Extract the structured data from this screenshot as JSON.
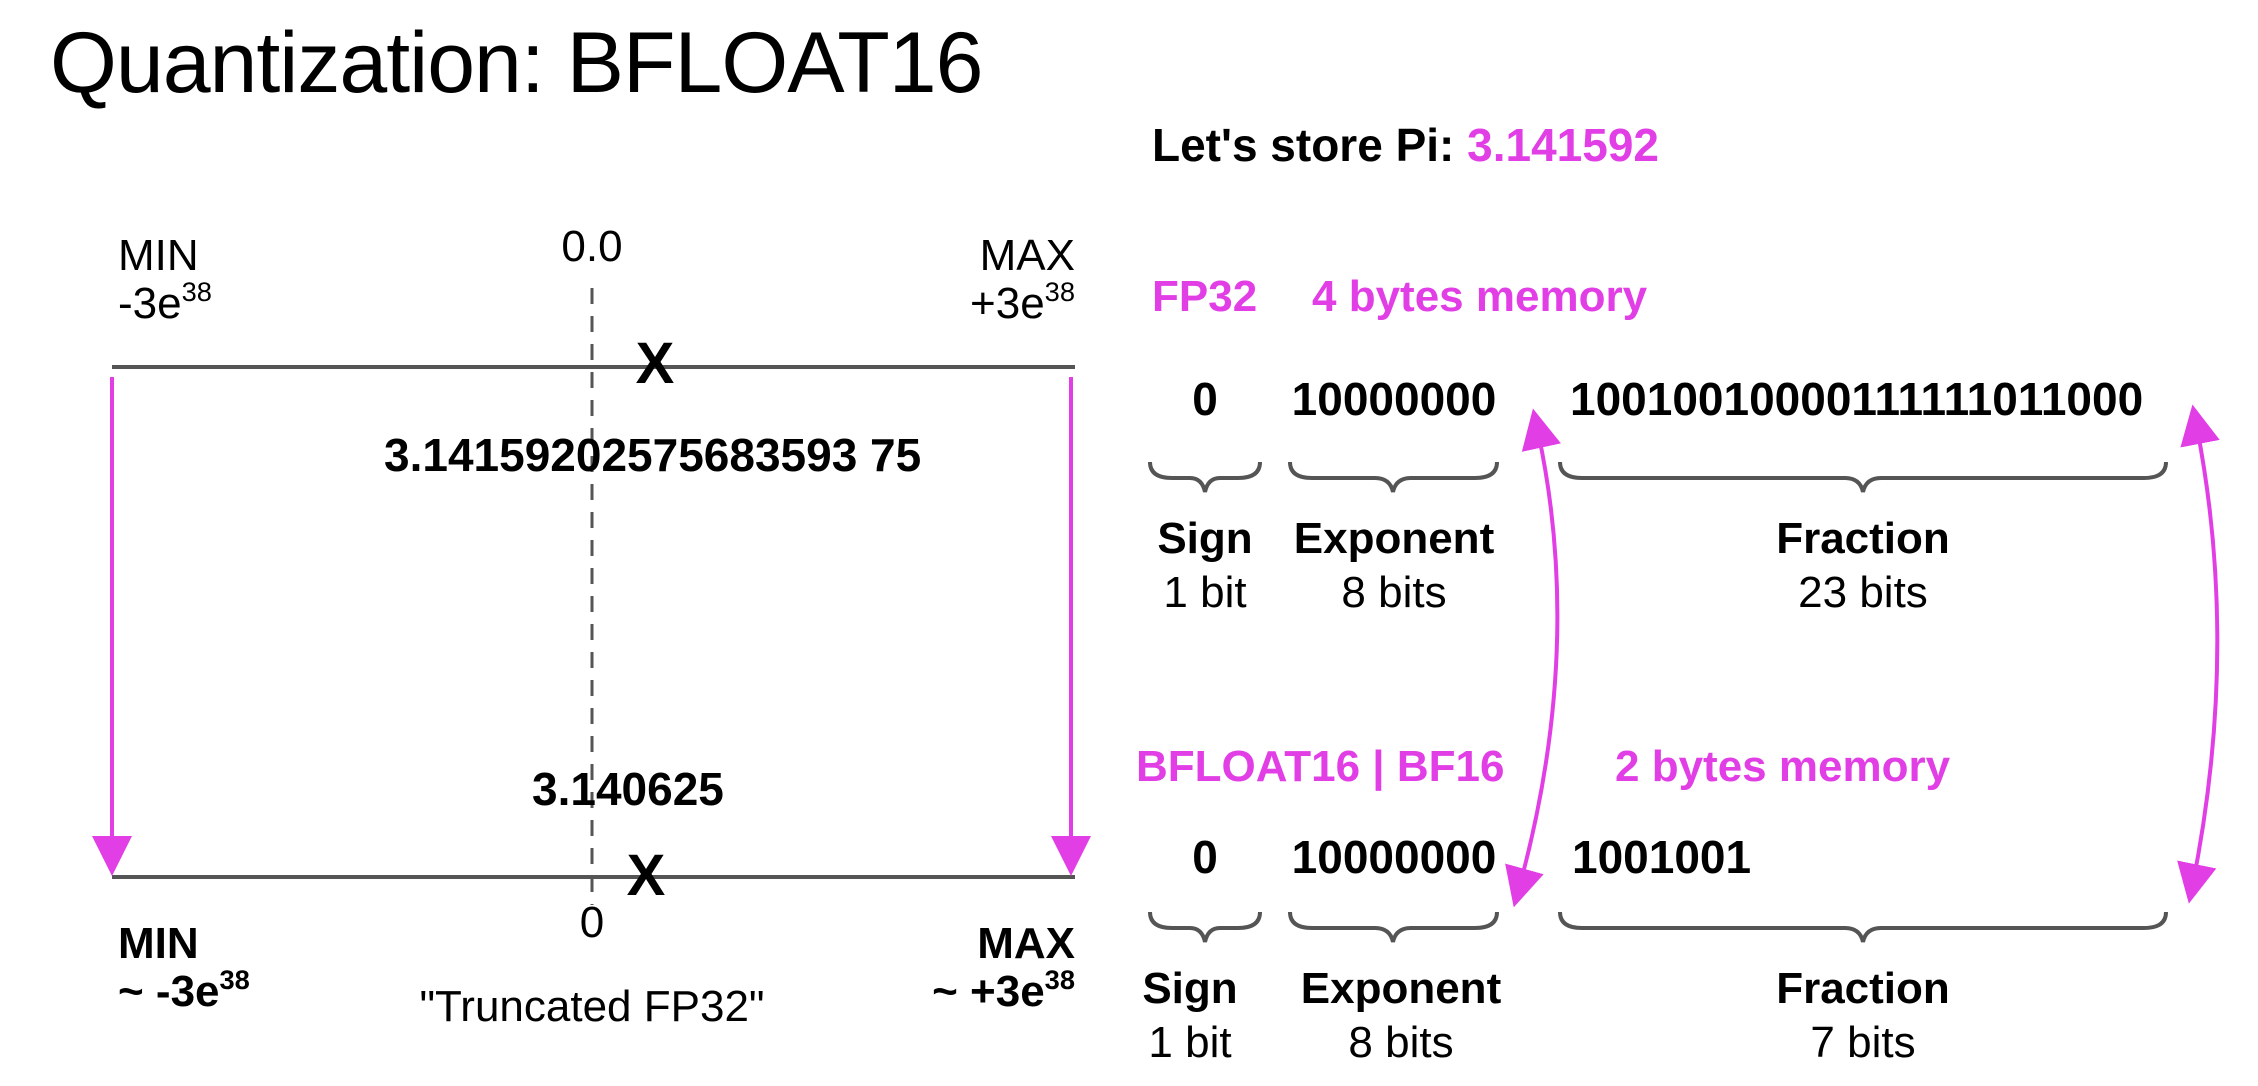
{
  "slide": {
    "title": "Quantization: BFLOAT16",
    "intro_label": "Let's store Pi:",
    "pi_value": "3.141592"
  },
  "colors": {
    "accent": "#e23ee6",
    "line": "#555555",
    "text": "#000000"
  },
  "range": {
    "fp32": {
      "min_label": "MIN",
      "min_value": "-3e",
      "min_exp": "38",
      "zero": "0.0",
      "max_label": "MAX",
      "max_value": "+3e",
      "max_exp": "38",
      "marker": "X",
      "stored_value": "3.14159202575683593 75"
    },
    "bf16": {
      "min_label": "MIN",
      "min_value": "~ -3e",
      "min_exp": "38",
      "zero": "0",
      "max_label": "MAX",
      "max_value": "~ +3e",
      "max_exp": "38",
      "marker": "X",
      "stored_value": "3.140625",
      "caption": "\"Truncated FP32\""
    }
  },
  "formats": {
    "fp32": {
      "name": "FP32",
      "memory": "4 bytes memory",
      "sign_bits": "0",
      "exponent_bits": "10000000",
      "fraction_bits": "10010010000111111011000",
      "sign_label": "Sign",
      "sign_size": "1 bit",
      "exponent_label": "Exponent",
      "exponent_size": "8 bits",
      "fraction_label": "Fraction",
      "fraction_size": "23 bits"
    },
    "bf16": {
      "name": "BFLOAT16 | BF16",
      "memory": "2 bytes memory",
      "sign_bits": "0",
      "exponent_bits": "10000000",
      "fraction_bits": "1001001",
      "sign_label": "Sign",
      "sign_size": "1 bit",
      "exponent_label": "Exponent",
      "exponent_size": "8 bits",
      "fraction_label": "Fraction",
      "fraction_size": "7 bits"
    }
  }
}
